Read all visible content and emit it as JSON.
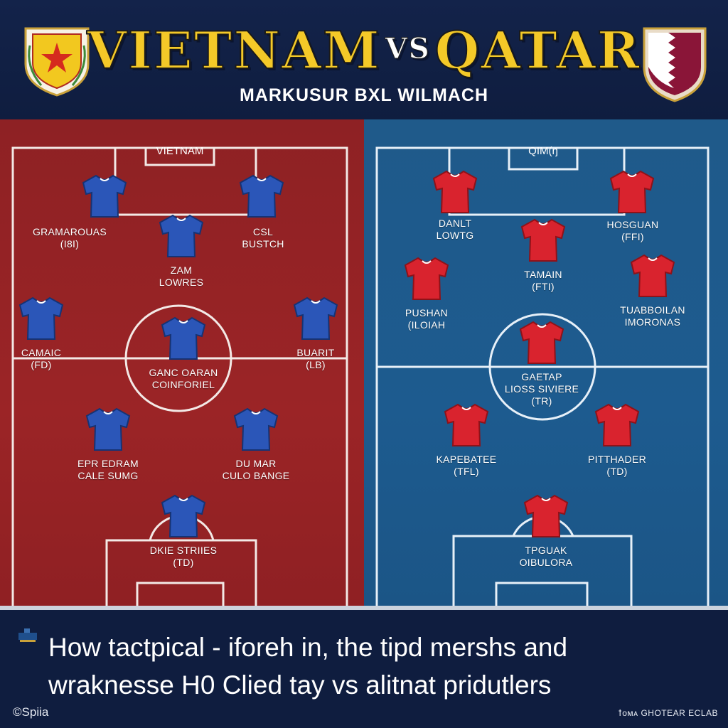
{
  "header": {
    "team_left": "VIETNAM",
    "vs": "VS",
    "team_right": "QATAR",
    "subtitle": "MARKUSUR BXL WILMACH"
  },
  "colors": {
    "title_gold": "#f4c928",
    "background_navy": "#0f1e40",
    "vietnam_pitch": "#9b2426",
    "qatar_pitch": "#1d5b8f",
    "vietnam_kit": "#2b56b8",
    "qatar_kit": "#d9232e",
    "qatar_maroon": "#8a1538"
  },
  "icons": {
    "left_crest": "vietnam-crest-icon",
    "right_crest": "qatar-flag-crest-icon",
    "kit": "jersey-icon",
    "headline_marker": "tactics-board-icon"
  },
  "vietnam": {
    "label": "VIETNAM",
    "players": [
      {
        "line1": "GRAMAROUAS",
        "line2": "(I8I)"
      },
      {
        "line1": "CSL",
        "line2": "BUSTCH"
      },
      {
        "line1": "ZAM",
        "line2": "LOWRES"
      },
      {
        "line1": "CAMAIC",
        "line2": "(FD)"
      },
      {
        "line1": "GANC OARAN",
        "line2": "COINFORIEL"
      },
      {
        "line1": "BUARIT",
        "line2": "(LB)"
      },
      {
        "line1": "EPR EDRAM",
        "line2": "CALE SUMG"
      },
      {
        "line1": "DU MAR",
        "line2": "CULO BANGE"
      },
      {
        "line1": "DKIE STRIIES",
        "line2": "(TD)"
      }
    ]
  },
  "qatar": {
    "label": "QIM(ŋ",
    "players": [
      {
        "line1": "DANLT",
        "line2": "LOWTG"
      },
      {
        "line1": "HOSGUAN",
        "line2": "(FFI)"
      },
      {
        "line1": "TAMAIN",
        "line2": "(FTI)"
      },
      {
        "line1": "PUSHAN",
        "line2": "(ILOIAH"
      },
      {
        "line1": "TUABBOILAN",
        "line2": "IMORONAS"
      },
      {
        "line1": "GAETAP",
        "line2": "LIOSS SIVIERE",
        "line3": "(TR)"
      },
      {
        "line1": "KAPEBATEE",
        "line2": "(TFL)"
      },
      {
        "line1": "PITTHADER",
        "line2": "(TD)"
      },
      {
        "line1": "TPGUAK",
        "line2": "OIBULORA"
      }
    ]
  },
  "footer": {
    "headline_line1": "How tactpical - iforeh in, the tipd mershs and",
    "headline_line2": "wraknesse H0 Clied tay vs alitnat pridutlers",
    "brand_left": "Spiia",
    "brand_right": "ꝉᴏᴍᴀ GHOTEAR ECLAB"
  }
}
